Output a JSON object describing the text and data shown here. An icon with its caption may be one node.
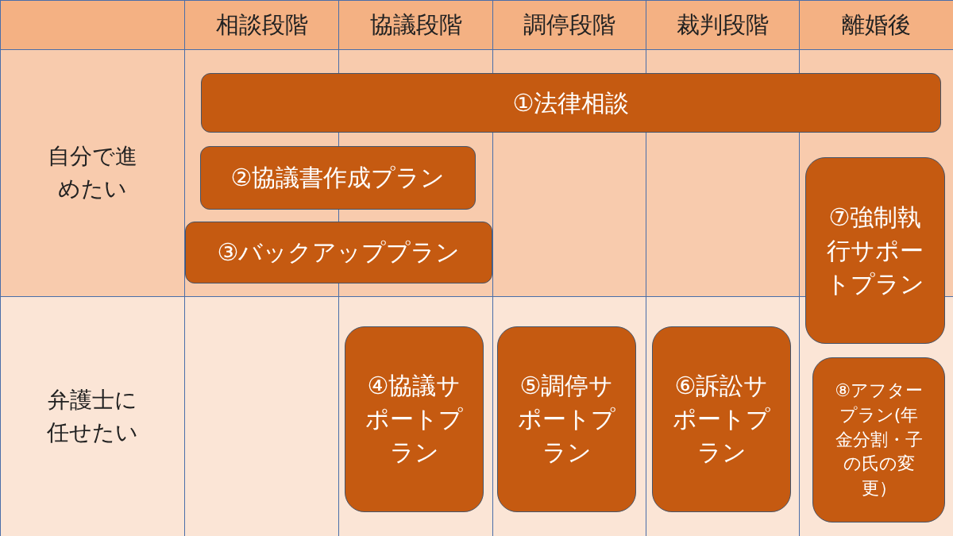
{
  "diagram": {
    "nodes": [
      {
        "text": [
          "①法律相談"
        ]
      },
      {
        "text": [
          "②協議書作成プラン"
        ]
      },
      {
        "text": [
          "③バックアッププラン"
        ]
      },
      {
        "text": [
          "④協議サポートプラン"
        ]
      },
      {
        "text": [
          "⑤調停サポートプラン"
        ]
      },
      {
        "text": [
          "⑥訴訟サポートプラン"
        ]
      },
      {
        "text": [
          "⑦強制執行サポートプラン"
        ]
      },
      {
        "text": [
          "⑧アフタープラン(年金分割・子の氏の変更）"
        ]
      }
    ],
    "labels": [
      "相談段階",
      "協議段階",
      "調停段階",
      "裁判段階",
      "離婚後",
      "自分で進めたい",
      "弁護士に任せたい"
    ]
  }
}
